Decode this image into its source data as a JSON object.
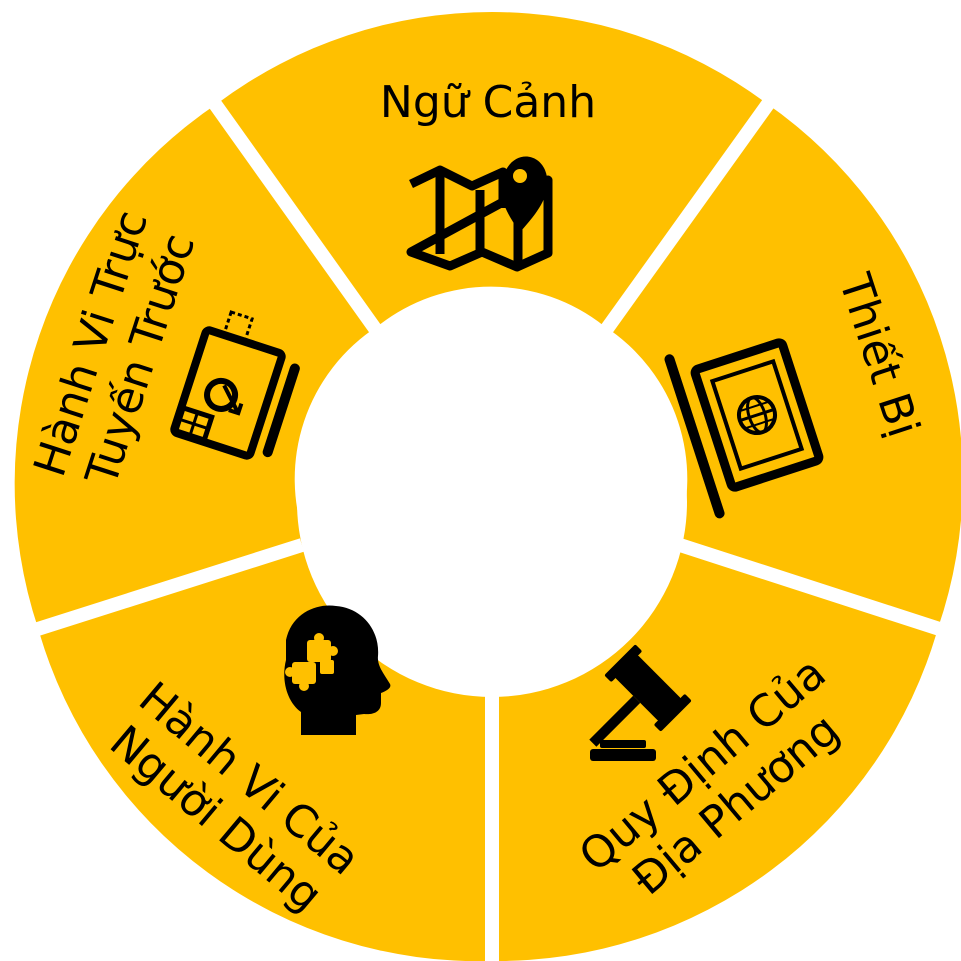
{
  "colors": {
    "segment_fill": "#FFC000",
    "gap": "#FFFFFF",
    "text": "#000000",
    "icon": "#000000"
  },
  "segments": [
    {
      "label_lines": [
        "Ngữ Cảnh"
      ],
      "icon": "map-pin-icon"
    },
    {
      "label_lines": [
        "Thiết Bị"
      ],
      "icon": "laptop-globe-icon"
    },
    {
      "label_lines": [
        "Quy Định Của",
        "Địa Phương"
      ],
      "icon": "gavel-icon"
    },
    {
      "label_lines": [
        "Hành Vi Của",
        "Người Dùng"
      ],
      "icon": "head-puzzle-icon"
    },
    {
      "label_lines": [
        "Hành Vi Trực",
        "Tuyến Trước"
      ],
      "icon": "online-history-icon"
    }
  ]
}
